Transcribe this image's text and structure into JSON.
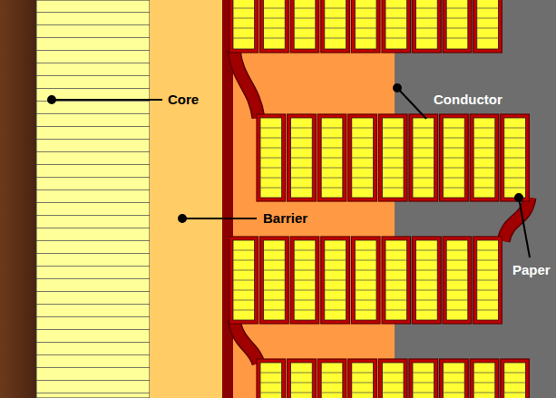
{
  "diagram": {
    "labels": [
      "Core",
      "Barrier",
      "Conductor",
      "Paper"
    ]
  }
}
